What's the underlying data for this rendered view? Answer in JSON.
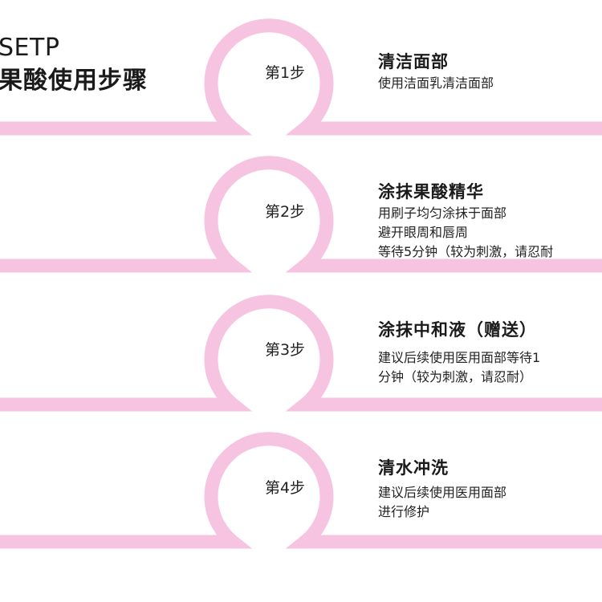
{
  "header": {
    "top": "SETP",
    "main": "果酸使用步骤"
  },
  "colors": {
    "ribbon": "#f6c4e1",
    "text": "#1a1a1a"
  },
  "steps": [
    {
      "label": "第1步",
      "title": "清洁面部",
      "lines": [
        "使用洁面乳清洁面部"
      ]
    },
    {
      "label": "第2步",
      "title": "涂抹果酸精华",
      "lines": [
        "用刷子均匀涂抹于面部",
        "避开眼周和唇周",
        "等待5分钟（较为刺激，请忍耐"
      ]
    },
    {
      "label": "第3步",
      "title": "涂抹中和液（赠送）",
      "lines": [
        "建议后续使用医用面部等待1",
        "分钟（较为刺激，请忍耐）"
      ]
    },
    {
      "label": "第4步",
      "title": "清水冲洗",
      "lines": [
        "建议后续使用医用面部",
        "进行修护"
      ]
    }
  ]
}
